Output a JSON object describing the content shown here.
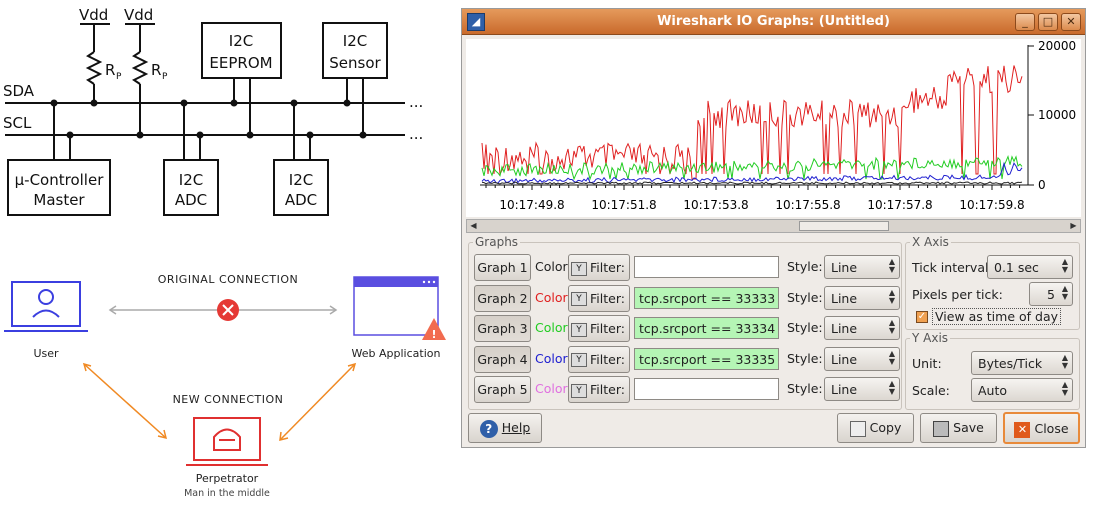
{
  "i2c": {
    "vdd1": "Vdd",
    "vdd2": "Vdd",
    "rp1": "R",
    "rp1_sub": "P",
    "rp2": "R",
    "rp2_sub": "P",
    "sda": "SDA",
    "scl": "SCL",
    "eeprom_l1": "I2C",
    "eeprom_l2": "EEPROM",
    "sensor_l1": "I2C",
    "sensor_l2": "Sensor",
    "ctrl_l1": "µ-Controller",
    "ctrl_l2": "Master",
    "adc1_l1": "I2C",
    "adc1_l2": "ADC",
    "adc2_l1": "I2C",
    "adc2_l2": "ADC",
    "ellipsis1": "...",
    "ellipsis2": "..."
  },
  "mitm": {
    "original_connection": "ORIGINAL CONNECTION",
    "user": "User",
    "web_application": "Web Application",
    "new_connection": "NEW CONNECTION",
    "perpetrator": "Perpetrator",
    "perpetrator_sub": "Man in the middle",
    "colors": {
      "user": "#3b3fe0",
      "attacker": "#e03030",
      "arrow": "#f08a24",
      "line": "#aaaaaa"
    }
  },
  "window": {
    "title": "Wireshark IO Graphs: (Untitled)",
    "plot": {
      "y_ticks": [
        "20000",
        "10000",
        "0"
      ],
      "x_ticks": [
        "10:17:49.8",
        "10:17:51.8",
        "10:17:53.8",
        "10:17:55.8",
        "10:17:57.8",
        "10:17:59.8"
      ]
    },
    "graphs_legend": "Graphs",
    "graph_rows": [
      {
        "button": "Graph 1",
        "color_label": "Color",
        "color": "#222222",
        "filter_label": "Filter:",
        "filter_value": "",
        "style_label": "Style:",
        "style_value": "Line"
      },
      {
        "button": "Graph 2",
        "color_label": "Color",
        "color": "#e02020",
        "filter_label": "Filter:",
        "filter_value": "tcp.srcport == 33333",
        "style_label": "Style:",
        "style_value": "Line"
      },
      {
        "button": "Graph 3",
        "color_label": "Color",
        "color": "#22cc22",
        "filter_label": "Filter:",
        "filter_value": "tcp.srcport == 33334",
        "style_label": "Style:",
        "style_value": "Line"
      },
      {
        "button": "Graph 4",
        "color_label": "Color",
        "color": "#2020d0",
        "filter_label": "Filter:",
        "filter_value": "tcp.srcport == 33335",
        "style_label": "Style:",
        "style_value": "Line"
      },
      {
        "button": "Graph 5",
        "color_label": "Color",
        "color": "#e070e0",
        "filter_label": "Filter:",
        "filter_value": "",
        "style_label": "Style:",
        "style_value": "Line"
      }
    ],
    "xaxis": {
      "legend": "X Axis",
      "tick_interval_label": "Tick interval:",
      "tick_interval_value": "0.1 sec",
      "pixels_per_tick_label": "Pixels per tick:",
      "pixels_per_tick_value": "5",
      "view_time_label": "View as time of day",
      "view_time_checked": true
    },
    "yaxis": {
      "legend": "Y Axis",
      "unit_label": "Unit:",
      "unit_value": "Bytes/Tick",
      "scale_label": "Scale:",
      "scale_value": "Auto"
    },
    "buttons": {
      "help": "Help",
      "copy": "Copy",
      "save": "Save",
      "close": "Close"
    }
  }
}
